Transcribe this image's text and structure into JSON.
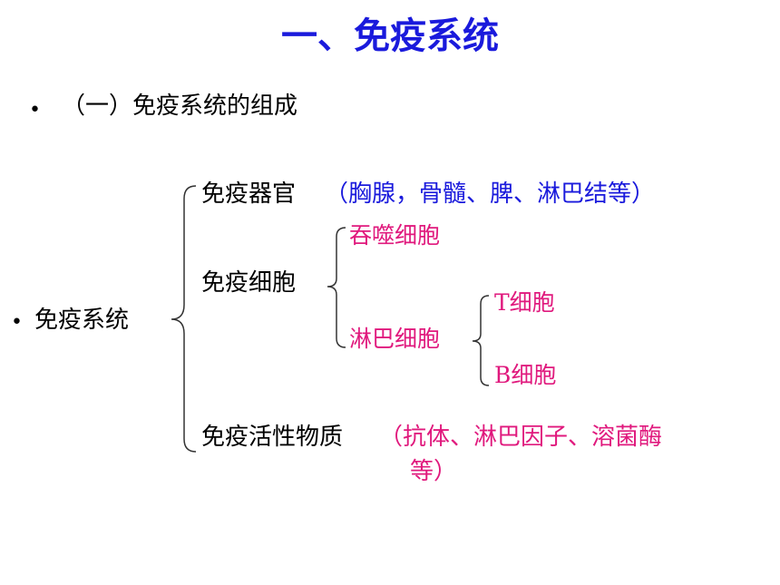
{
  "slide": {
    "title": "一、免疫系统",
    "bullet_char": "•",
    "subtitle": "（一）免疫系统的组成",
    "root": "免疫系统",
    "organs": {
      "label": "免疫器官",
      "detail": "（胸腺，骨髓、脾、淋巴结等）"
    },
    "cells": {
      "label": "免疫细胞",
      "macrophage": "吞噬细胞",
      "lymphocyte": {
        "label": "淋巴细胞",
        "t_cell": "T细胞",
        "b_cell": "B细胞"
      }
    },
    "substances": {
      "label": "免疫活性物质",
      "detail_line1": "（抗体、淋巴因子、溶菌酶",
      "detail_line2": "等）"
    }
  },
  "colors": {
    "title": "#1a1adc",
    "text": "#000000",
    "blue_detail": "#1a1adc",
    "magenta": "#e0197d",
    "brace": "#333333"
  }
}
